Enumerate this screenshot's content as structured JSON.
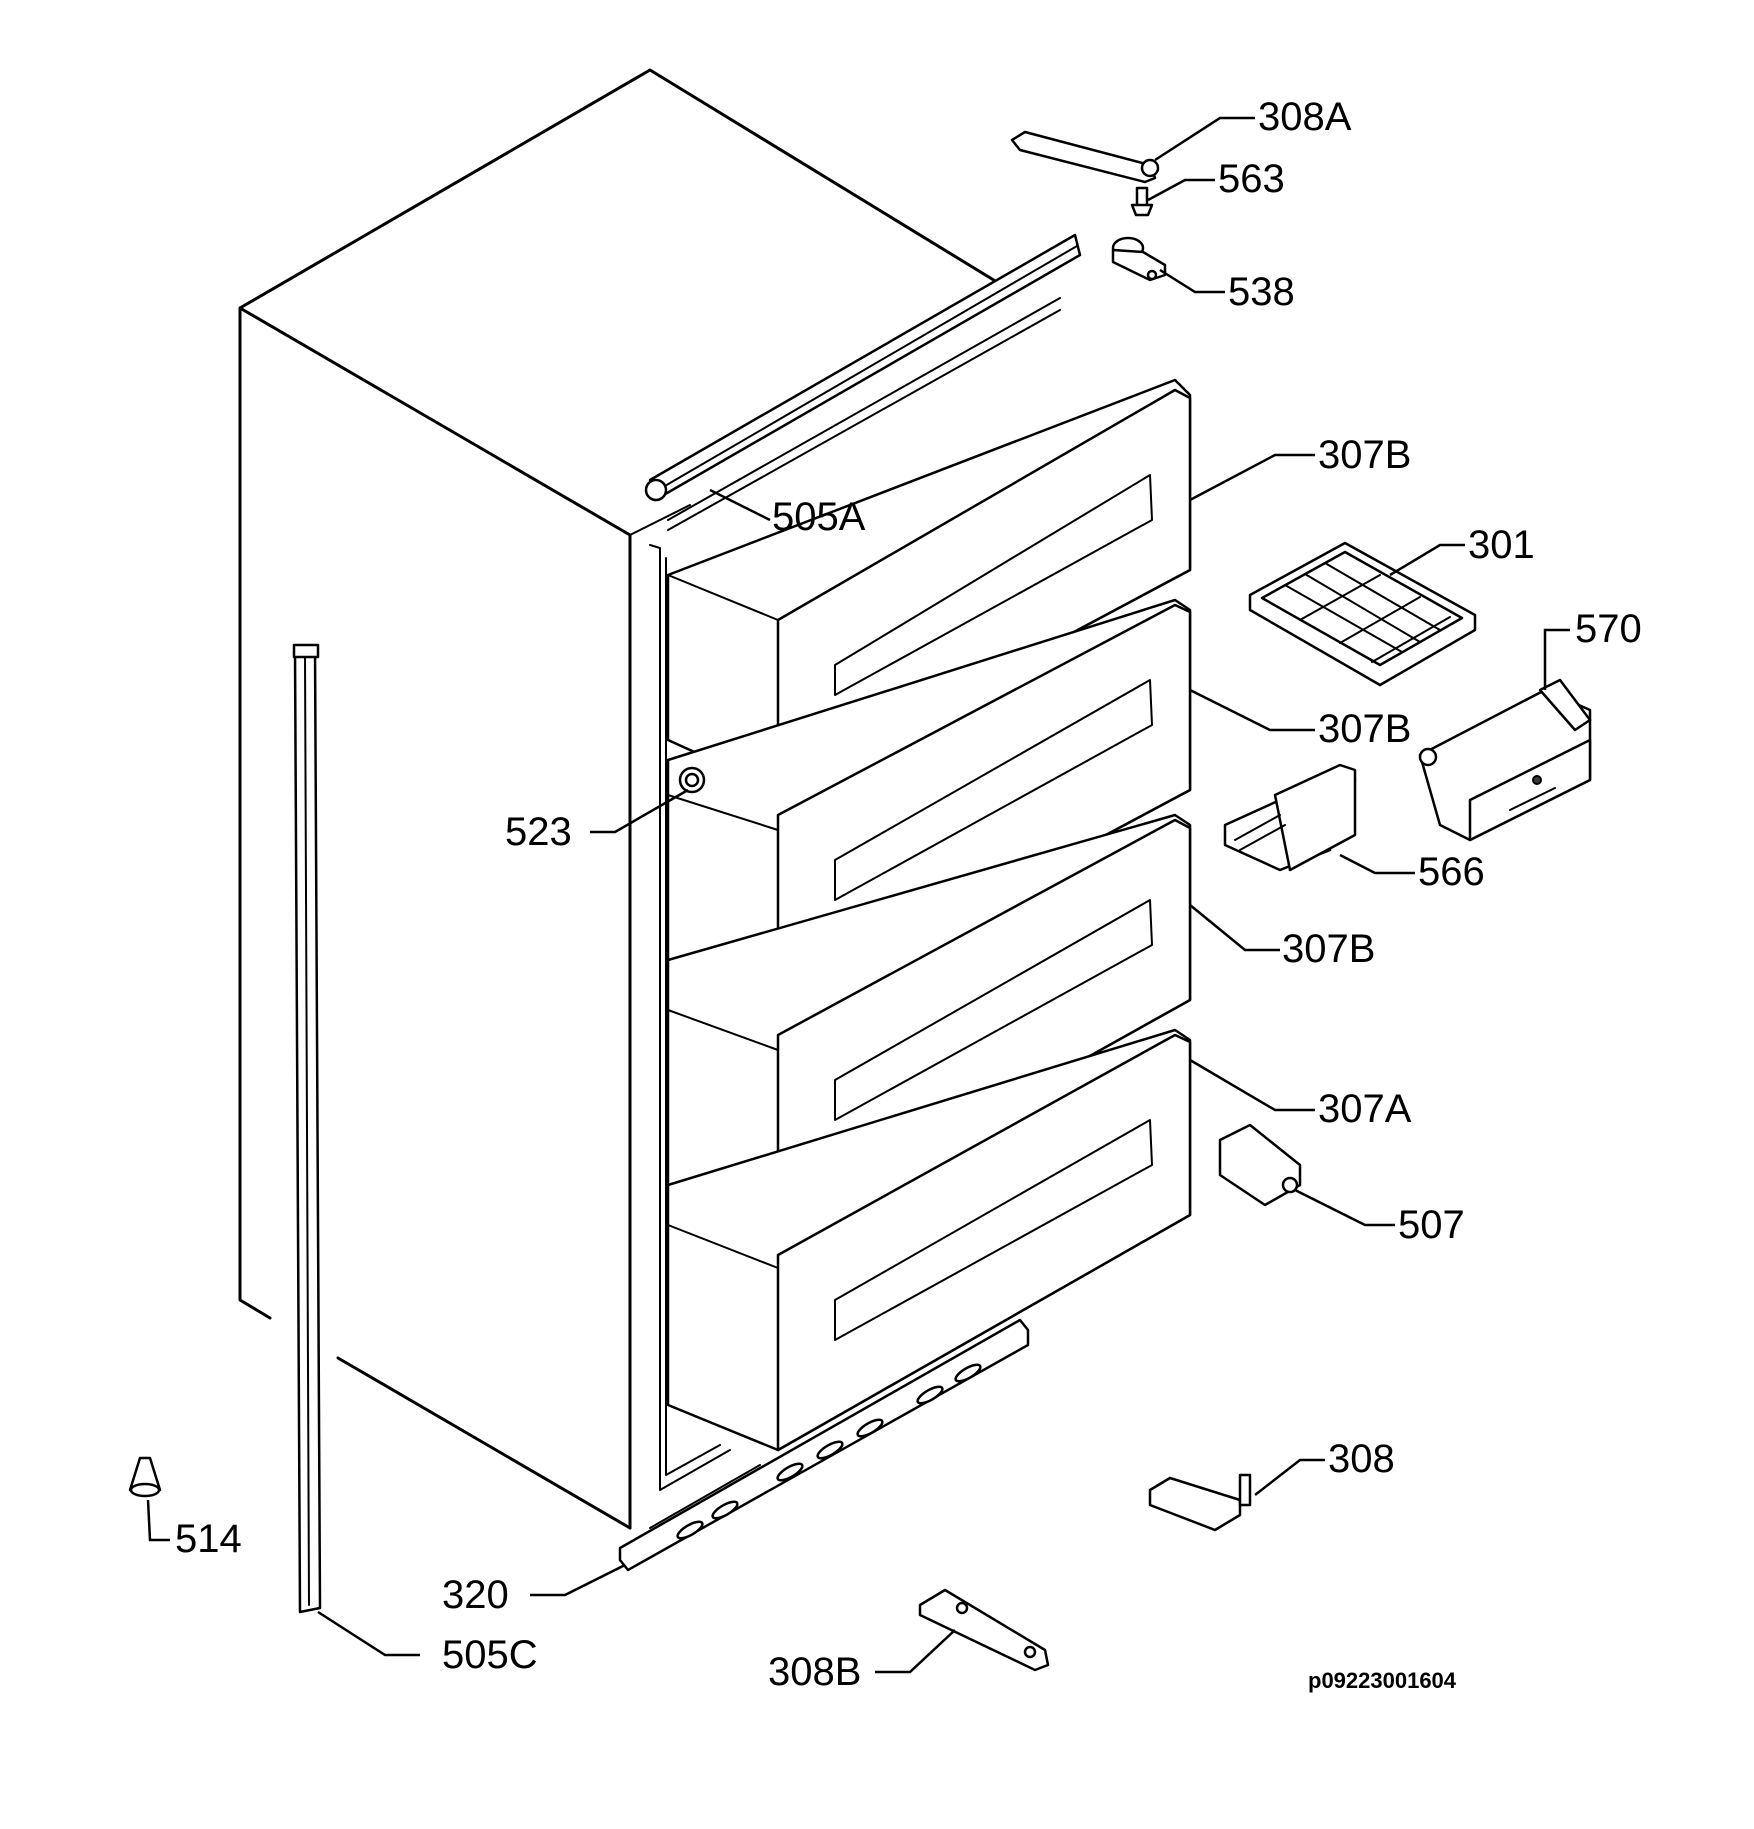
{
  "labels": {
    "l308a": "308A",
    "l563": "563",
    "l538": "538",
    "l307b_1": "307B",
    "l505a": "505A",
    "l301": "301",
    "l570": "570",
    "l307b_2": "307B",
    "l523": "523",
    "l566": "566",
    "l307b_3": "307B",
    "l307a": "307A",
    "l507": "507",
    "l308": "308",
    "l514": "514",
    "l320": "320",
    "l505c": "505C",
    "l308b": "308B"
  },
  "drawing_code": "p09223001604"
}
